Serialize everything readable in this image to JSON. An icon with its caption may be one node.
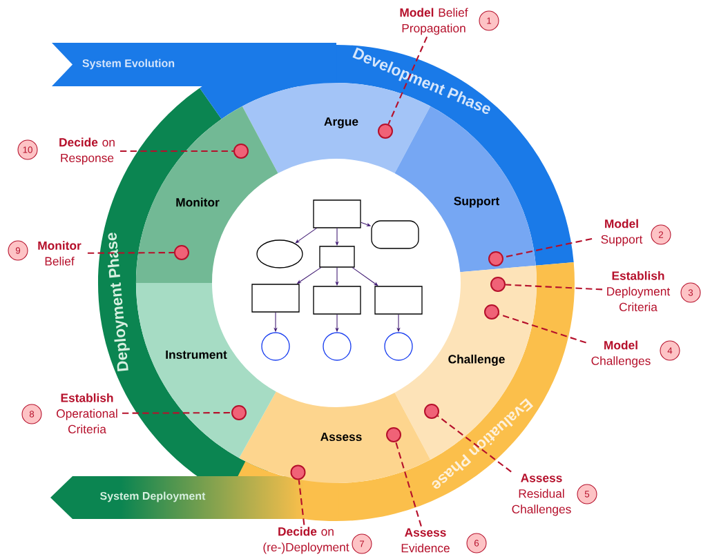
{
  "diagram": {
    "nodes": [
      {
        "text": [
          "System Evolution"
        ]
      },
      {
        "text": [
          "Development Phase"
        ]
      },
      {
        "text": [
          "Deployment Phase"
        ]
      },
      {
        "text": [
          "Evaluation Phase"
        ]
      },
      {
        "text": [
          "System Deployment"
        ]
      },
      {
        "text": [
          "Argue"
        ]
      },
      {
        "text": [
          "Support"
        ]
      },
      {
        "text": [
          "Challenge"
        ]
      },
      {
        "text": [
          "Assess"
        ]
      },
      {
        "text": [
          "Instrument"
        ]
      },
      {
        "text": [
          "Monitor"
        ]
      },
      {
        "text": [
          "**Model** Belief Propagation"
        ],
        "beside": [
          "1"
        ]
      },
      {
        "text": [
          "**Model** Support"
        ],
        "beside": [
          "2"
        ]
      },
      {
        "text": [
          "**Establish** Deployment Criteria"
        ],
        "beside": [
          "3"
        ]
      },
      {
        "text": [
          "**Model** Challenges"
        ],
        "beside": [
          "4"
        ]
      },
      {
        "text": [
          "**Assess** Residual Challenges"
        ],
        "beside": [
          "5"
        ]
      },
      {
        "text": [
          "**Assess** Evidence"
        ],
        "beside": [
          "6"
        ]
      },
      {
        "text": [
          "**Decide** on (re-)Deployment"
        ],
        "beside": [
          "7"
        ]
      },
      {
        "text": [
          "**Establish** Operational Criteria"
        ],
        "beside": [
          "8"
        ]
      },
      {
        "text": [
          "**Monitor** Belief"
        ],
        "beside": [
          "9"
        ]
      },
      {
        "text": [
          "**Decide** on Response"
        ],
        "beside": [
          "10"
        ]
      },
      {
        "text": [],
        "shape": "circle",
        "in": 5
      },
      {
        "text": [],
        "shape": "circle",
        "in": 6
      },
      {
        "text": [],
        "shape": "circle",
        "in": 7
      },
      {
        "text": [],
        "shape": "circle",
        "in": 7
      },
      {
        "text": [],
        "shape": "circle",
        "in": 7
      },
      {
        "text": [],
        "shape": "circle",
        "in": 8
      },
      {
        "text": [],
        "shape": "circle",
        "in": 8
      },
      {
        "text": [],
        "shape": "circle",
        "in": 9
      },
      {
        "text": [],
        "shape": "circle",
        "in": 10
      },
      {
        "text": [],
        "shape": "circle",
        "in": 10
      },
      {
        "text": [],
        "shape": "box"
      },
      {
        "text": [],
        "shape": "capsule"
      },
      {
        "text": [],
        "shape": "ellipse"
      },
      {
        "text": [],
        "shape": "parallelogram"
      },
      {
        "text": [],
        "shape": "box"
      },
      {
        "text": [],
        "shape": "box"
      },
      {
        "text": [],
        "shape": "box"
      },
      {
        "text": [],
        "shape": "circle"
      },
      {
        "text": [],
        "shape": "circle"
      },
      {
        "text": [],
        "shape": "circle"
      }
    ],
    "edges": [
      {
        "from": 11,
        "to": 21,
        "arrow": "none",
        "style": "dashed"
      },
      {
        "from": 12,
        "to": 22,
        "arrow": "none",
        "style": "dashed"
      },
      {
        "from": 13,
        "to": 23,
        "arrow": "none",
        "style": "dashed"
      },
      {
        "from": 14,
        "to": 24,
        "arrow": "none",
        "style": "dashed"
      },
      {
        "from": 15,
        "to": 25,
        "arrow": "none",
        "style": "dashed"
      },
      {
        "from": 16,
        "to": 26,
        "arrow": "none",
        "style": "dashed"
      },
      {
        "from": 17,
        "to": 27,
        "arrow": "none",
        "style": "dashed"
      },
      {
        "from": 18,
        "to": 28,
        "arrow": "none",
        "style": "dashed"
      },
      {
        "from": 19,
        "to": 29,
        "arrow": "none",
        "style": "dashed"
      },
      {
        "from": 20,
        "to": 30,
        "arrow": "none",
        "style": "dashed"
      },
      {
        "from": 31,
        "to": 33,
        "arrow": "to",
        "color": "#3d1670"
      },
      {
        "from": 31,
        "to": 34,
        "arrow": "to",
        "color": "#3d1670"
      },
      {
        "from": 31,
        "to": 32,
        "arrow": "to",
        "color": "#3d1670"
      },
      {
        "from": 34,
        "to": 35,
        "arrow": "to",
        "color": "#3d1670"
      },
      {
        "from": 34,
        "to": 36,
        "arrow": "to",
        "color": "#3d1670"
      },
      {
        "from": 34,
        "to": 37,
        "arrow": "to",
        "color": "#3d1670"
      },
      {
        "from": 35,
        "to": 38,
        "arrow": "to",
        "color": "#3d1670"
      },
      {
        "from": 36,
        "to": 39,
        "arrow": "to",
        "color": "#3d1670"
      },
      {
        "from": 37,
        "to": 40,
        "arrow": "to",
        "color": "#3d1670"
      }
    ]
  }
}
